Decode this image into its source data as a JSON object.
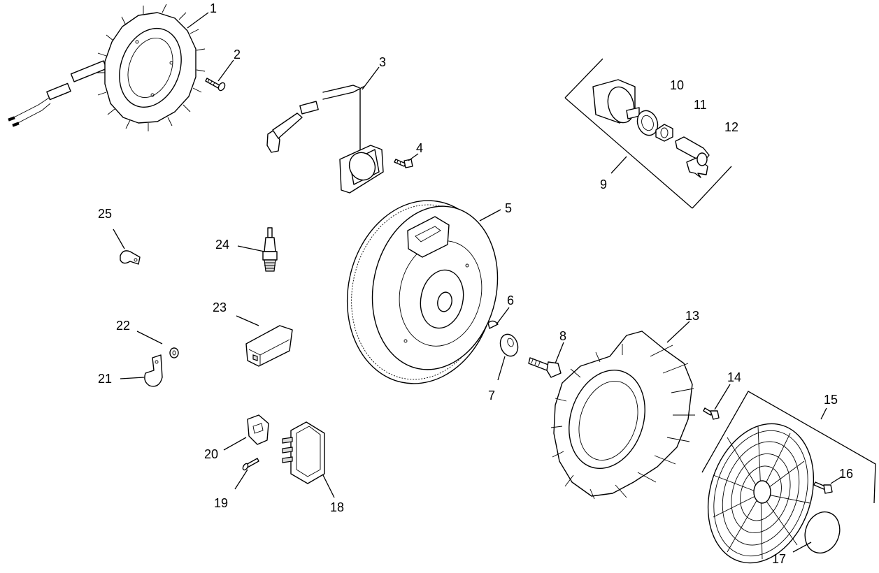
{
  "callouts": {
    "c1": "1",
    "c2": "2",
    "c3": "3",
    "c4": "4",
    "c5": "5",
    "c6": "6",
    "c7": "7",
    "c8": "8",
    "c9": "9",
    "c10": "10",
    "c11": "11",
    "c12": "12",
    "c13": "13",
    "c14": "14",
    "c15": "15",
    "c16": "16",
    "c17": "17",
    "c18": "18",
    "c19": "19",
    "c20": "20",
    "c21": "21",
    "c22": "22",
    "c23": "23",
    "c24": "24",
    "c25": "25"
  },
  "colors": {
    "line": "#000000",
    "background": "#ffffff",
    "shade": "#dcdcdc"
  }
}
